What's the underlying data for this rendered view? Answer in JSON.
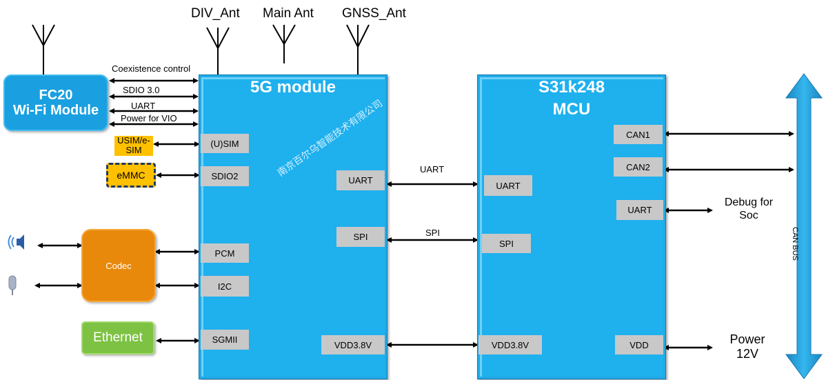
{
  "antennas": {
    "div": "DIV_Ant",
    "main": "Main Ant",
    "gnss": "GNSS_Ant"
  },
  "wifi_module": {
    "line1": "FC20",
    "line2": "Wi-Fi Module"
  },
  "wifi_links": [
    "Coexistence  control",
    "SDIO 3.0",
    "UART",
    "Power for VIO"
  ],
  "usim_box": {
    "line1": "USIM/e-",
    "line2": "SIM"
  },
  "emmc_box": "eMMC",
  "codec_box": "Codec",
  "ethernet_box": "Ethernet",
  "module_5g": {
    "title": "5G module",
    "ports_left": [
      "(U)SIM",
      "SDIO2",
      "PCM",
      "I2C",
      "SGMII"
    ],
    "ports_right": [
      "UART",
      "SPI",
      "VDD3.8V"
    ]
  },
  "mcu": {
    "title_line1": "S31k248",
    "title_line2": "MCU",
    "ports_left": [
      "UART",
      "SPI",
      "VDD3.8V"
    ],
    "ports_right": [
      "CAN1",
      "CAN2",
      "UART",
      "VDD"
    ]
  },
  "link_labels": {
    "uart": "UART",
    "spi": "SPI"
  },
  "debug_label": {
    "line1": "Debug for",
    "line2": "Soc"
  },
  "power_label": {
    "line1": "Power",
    "line2": "12V"
  },
  "can_bus": "CAN BUS",
  "watermark": "南京百尔乌智能技术有限公司",
  "colors": {
    "module_blue": "#1fb0ee",
    "wifi_blue": "#1aa0e0",
    "port_gray": "#c8c8c8",
    "usim_yellow": "#ffc000",
    "codec_orange": "#e8890c",
    "ethernet_green": "#7dc243",
    "can_bus_blue": "#1f9fdc"
  }
}
